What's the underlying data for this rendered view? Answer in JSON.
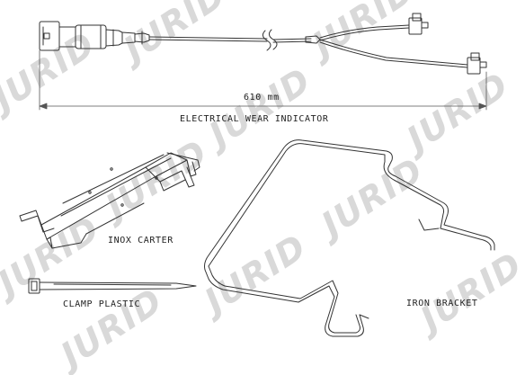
{
  "watermark": "JURID",
  "labels": {
    "dimension": "610 mm",
    "wear_indicator": "ELECTRICAL WEAR INDICATOR",
    "carter": "INOX CARTER",
    "clamp": "CLAMP PLASTIC",
    "bracket": "IRON BRACKET"
  }
}
